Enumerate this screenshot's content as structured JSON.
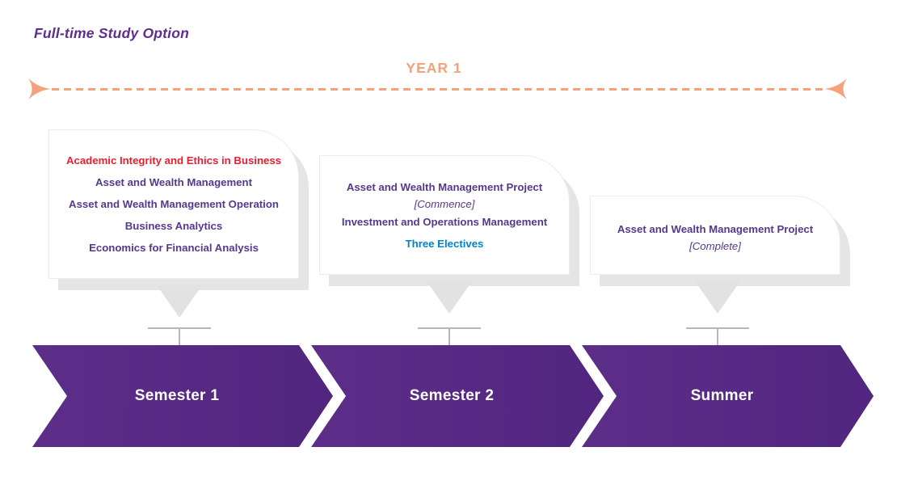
{
  "title": "Full-time Study Option",
  "timeline": {
    "label": "YEAR 1"
  },
  "colors": {
    "brand_purple": "#562A85",
    "title_purple": "#5E2D91",
    "course_purple": "#55388F",
    "highlight_red": "#ED1C2E",
    "elective_blue": "#0082CA",
    "timeline_peach": "#F5A27C",
    "connector_gray": "#B7B7B7",
    "shadow_gray": "#E5E5E5"
  },
  "callouts": [
    {
      "id": "semester-1-courses",
      "lines": [
        {
          "text": "Academic Integrity and Ethics in Business",
          "color": "#ED1C2E"
        },
        {
          "text": "Asset and Wealth Management",
          "color": "#55388F"
        },
        {
          "text": "Asset and Wealth Management Operation",
          "color": "#55388F"
        },
        {
          "text": "Business Analytics",
          "color": "#55388F"
        },
        {
          "text": "Economics for Financial Analysis",
          "color": "#55388F"
        }
      ]
    },
    {
      "id": "semester-2-courses",
      "lines": [
        {
          "text": "Asset and Wealth Management Project",
          "color": "#55388F"
        },
        {
          "text": "[Commence]",
          "color": "#55388F"
        },
        {
          "text": "Investment and Operations Management",
          "color": "#55388F"
        },
        {
          "text": "Three Electives",
          "color": "#0082CA"
        }
      ]
    },
    {
      "id": "summer-courses",
      "lines": [
        {
          "text": "Asset and Wealth Management Project",
          "color": "#55388F"
        },
        {
          "text": "[Complete]",
          "color": "#55388F"
        }
      ]
    }
  ],
  "segments": [
    {
      "label": "Semester 1"
    },
    {
      "label": "Semester 2"
    },
    {
      "label": "Summer"
    }
  ]
}
